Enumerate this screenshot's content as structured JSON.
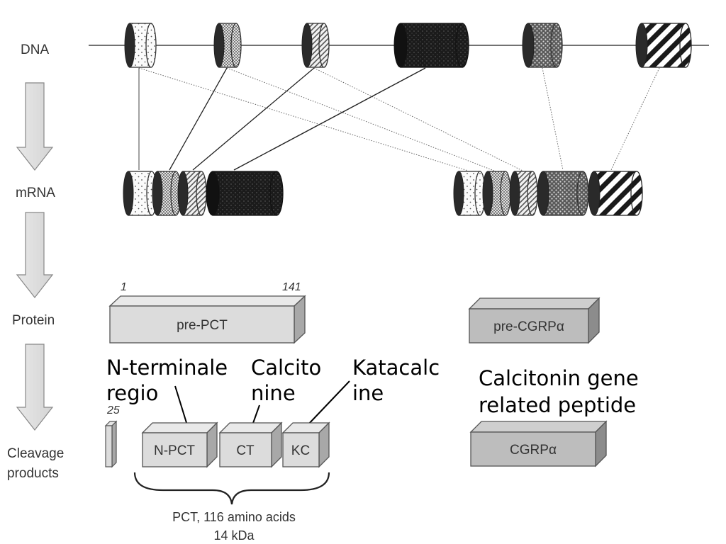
{
  "stages": {
    "dna": "DNA",
    "mrna": "mRNA",
    "protein": "Protein",
    "cleavage_line1": "Cleavage",
    "cleavage_line2": "products"
  },
  "numbers": {
    "start": "1",
    "end": "141",
    "fragment": "25"
  },
  "boxes": {
    "pre_pct": "pre-PCT",
    "pre_cgrp": "pre-CGRPα",
    "n_pct": "N-PCT",
    "ct": "CT",
    "kc": "KC",
    "cgrp": "CGRPα"
  },
  "annotations": {
    "n_terminal_1": "N-terminale",
    "n_terminal_2": "regio",
    "calcitonine_1": "Calcito",
    "calcitonine_2": "nine",
    "katacalcine_1": "Katacalc",
    "katacalcine_2": "ine",
    "cgrp_1": "Calcitonin gene",
    "cgrp_2": "related peptide"
  },
  "pct_info": {
    "line1": "PCT, 116 amino acids",
    "line2": "14 kDa"
  },
  "exon_patterns": [
    "sparse-dots",
    "dense-dots",
    "fine-hatch",
    "solid-dark",
    "checker-dots",
    "bold-stripes"
  ]
}
